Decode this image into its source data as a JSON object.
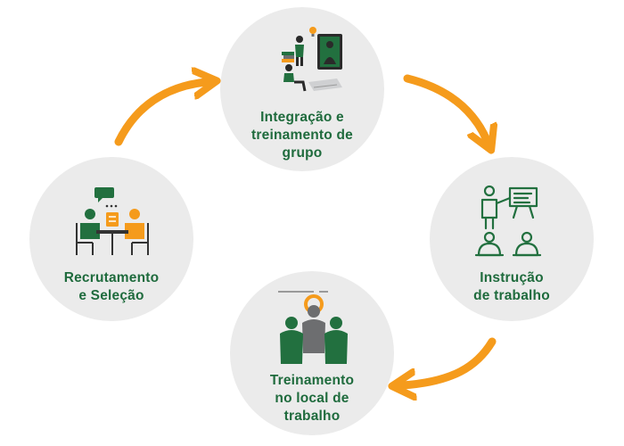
{
  "colors": {
    "circle": "#ebebeb",
    "text": "#1f6b3d",
    "accent": "#f59b1c",
    "green": "#22703f",
    "gray": "#6d6e70",
    "line": "#333333"
  },
  "steps": [
    {
      "id": "integracao",
      "lines": [
        "Integração e",
        "treinamento de",
        "grupo"
      ],
      "icon": "group-training-icon"
    },
    {
      "id": "instrucao",
      "lines": [
        "Instrução",
        "de trabalho"
      ],
      "icon": "presentation-instructor-icon"
    },
    {
      "id": "treinamento",
      "lines": [
        "Treinamento",
        "no local de",
        "trabalho"
      ],
      "icon": "on-the-job-team-icon"
    },
    {
      "id": "recrutamento",
      "lines": [
        "Recrutamento",
        "e Seleção"
      ],
      "icon": "interview-meeting-icon"
    }
  ],
  "arrows": [
    {
      "from": "recrutamento",
      "to": "integracao",
      "icon": "cycle-arrow-icon"
    },
    {
      "from": "integracao",
      "to": "instrucao",
      "icon": "cycle-arrow-icon"
    },
    {
      "from": "instrucao",
      "to": "treinamento",
      "icon": "cycle-arrow-icon"
    }
  ]
}
